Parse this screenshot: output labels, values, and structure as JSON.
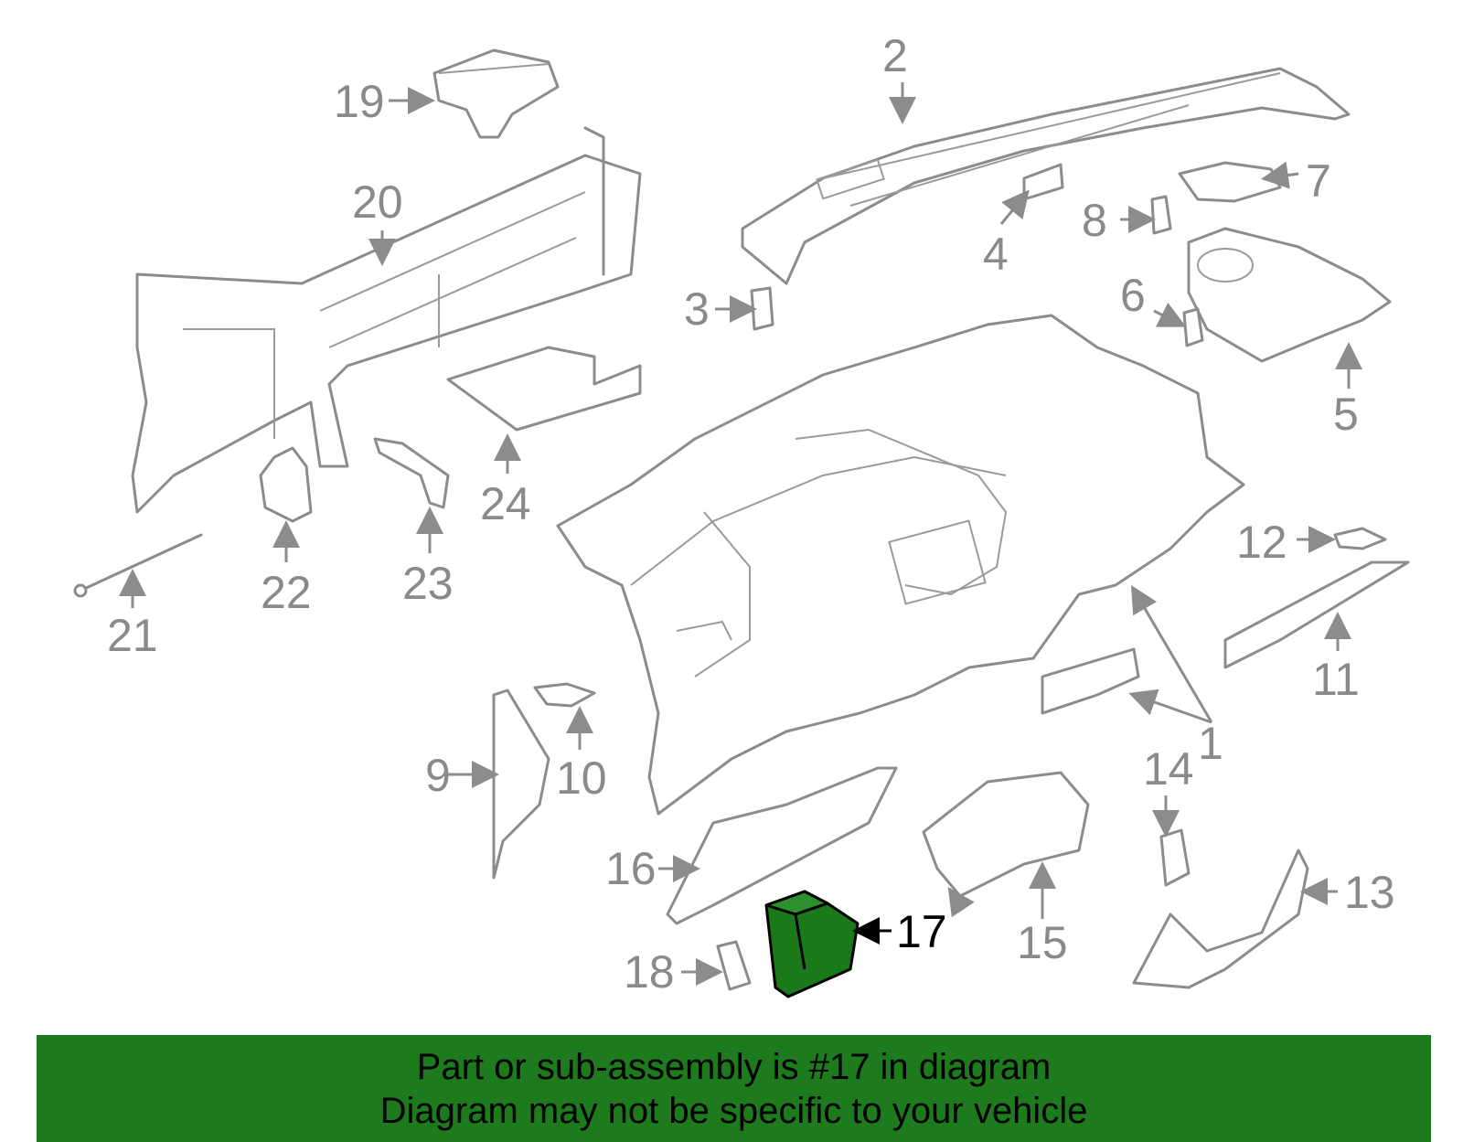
{
  "colors": {
    "highlight_part": "#1a7a1a",
    "banner_background": "#1d7a1d",
    "line_gray": "#8c8c8c",
    "label_gray": "#8a8a8a",
    "highlight_label": "#000000"
  },
  "diagram": {
    "highlighted_part": "17",
    "callouts": [
      "1",
      "2",
      "3",
      "4",
      "5",
      "6",
      "7",
      "8",
      "9",
      "10",
      "11",
      "12",
      "13",
      "14",
      "15",
      "16",
      "17",
      "18",
      "19",
      "20",
      "21",
      "22",
      "23",
      "24"
    ]
  },
  "banner": {
    "line1": "Part or sub-assembly is #17 in diagram",
    "line2": "Diagram may not be specific to your vehicle"
  }
}
